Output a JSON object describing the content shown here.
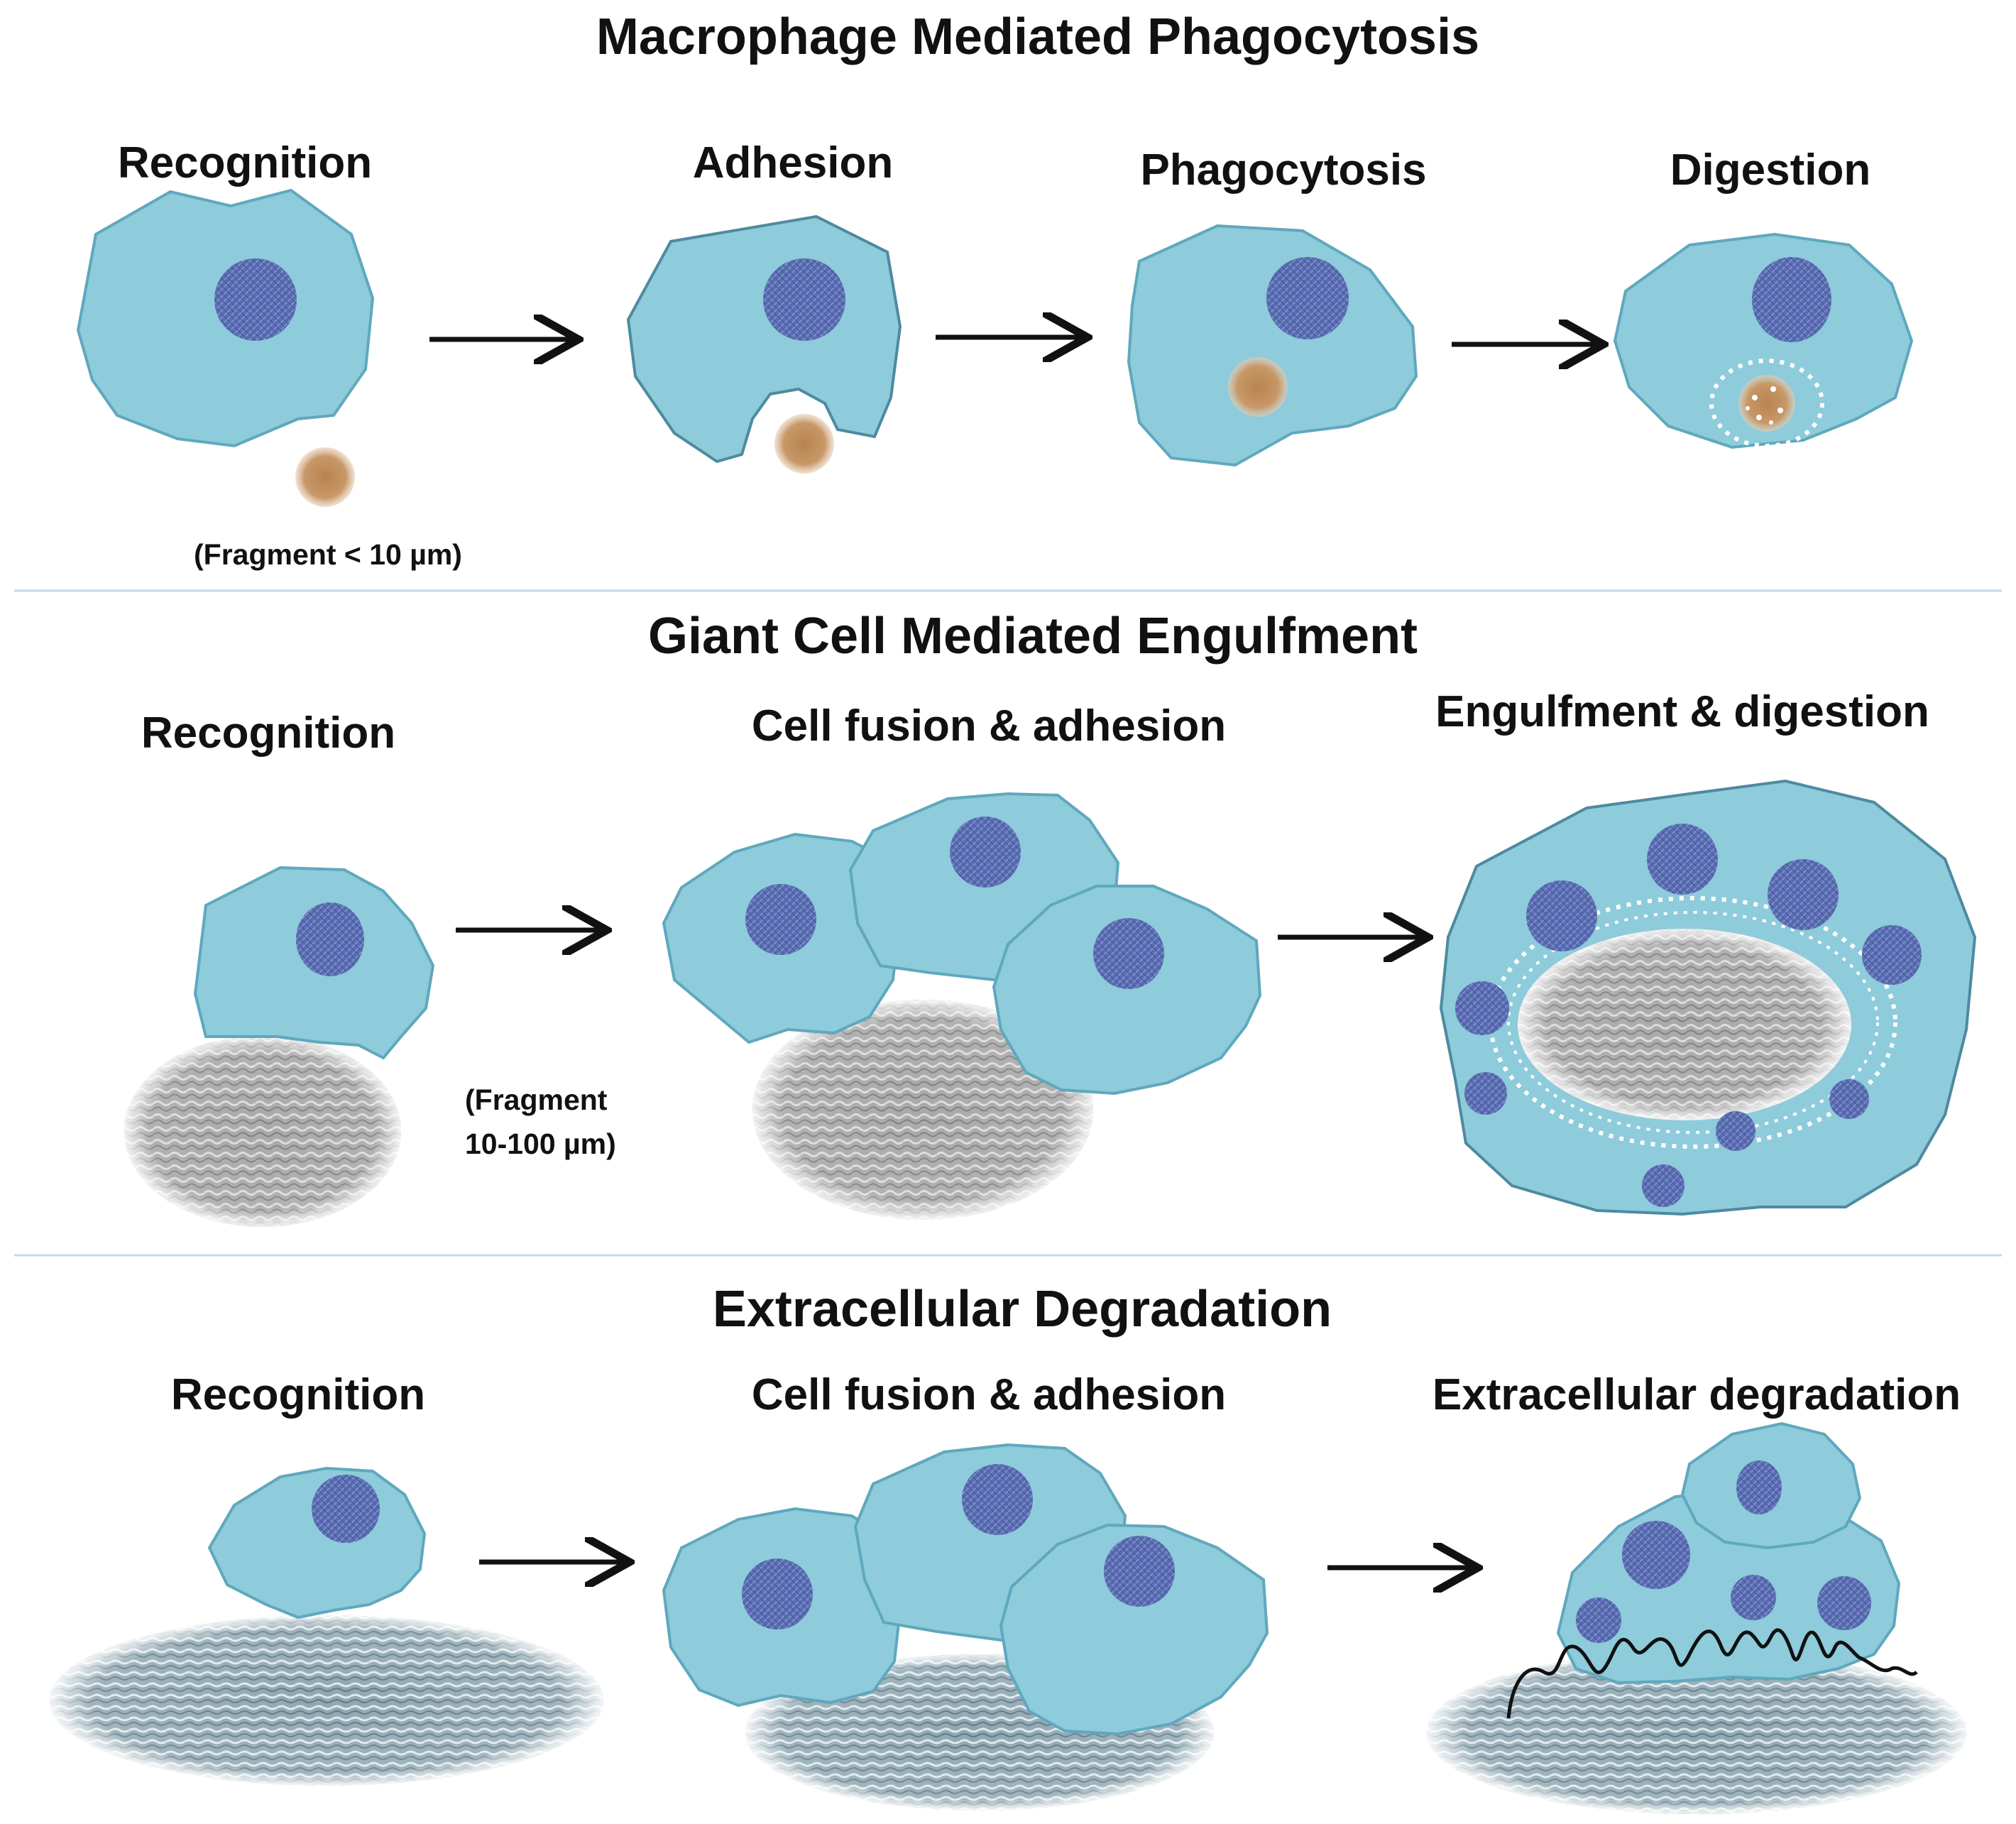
{
  "colors": {
    "cell_fill": "#8ecbdb",
    "cell_stroke": "#5fa8bd",
    "nucleus": "#5a6db2",
    "particle": "#c09060",
    "fragment_gray": "#b0b0b0",
    "substrate": "#9fb5bf",
    "divider": "#c8d8e6",
    "arrow": "#111111"
  },
  "sections": [
    {
      "title": "Macrophage Mediated Phagocytosis",
      "steps": [
        "Recognition",
        "Adhesion",
        "Phagocytosis",
        "Digestion"
      ],
      "note_lines": [
        "(Fragment < 10 µm)"
      ]
    },
    {
      "title": "Giant Cell Mediated Engulfment",
      "steps": [
        "Recognition",
        "Cell fusion & adhesion",
        "Engulfment  & digestion"
      ],
      "note_lines": [
        "(Fragment",
        "10-100 µm)"
      ]
    },
    {
      "title": "Extracellular Degradation",
      "steps": [
        "Recognition",
        "Cell fusion & adhesion",
        "Extracellular degradation"
      ]
    }
  ]
}
